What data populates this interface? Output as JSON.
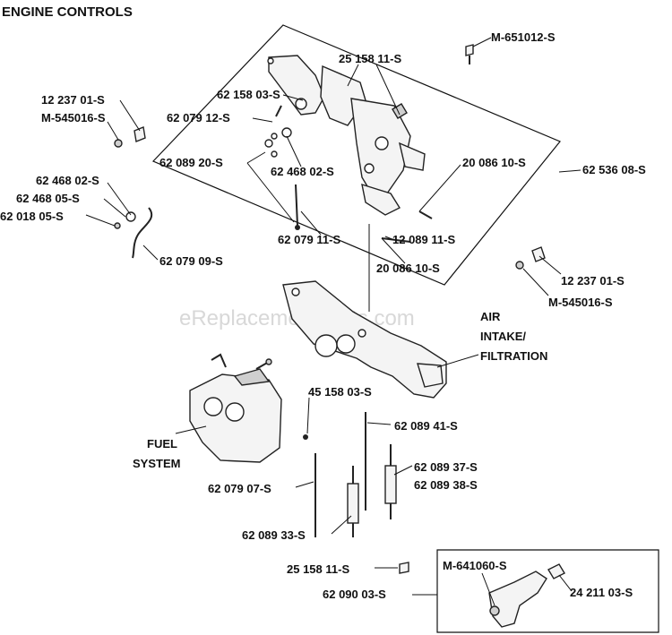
{
  "title": "ENGINE CONTROLS",
  "watermark": "eReplacementParts.com",
  "labels": {
    "m651012": "M-651012-S",
    "p2515811_top": "25 158 11-S",
    "p1223701_left": "12 237 01-S",
    "m545016_left": "M-545016-S",
    "p6215803": "62 158 03-S",
    "p6207912": "62 079 12-S",
    "p6208920": "62 089 20-S",
    "p6246802_inner": "62 468 02-S",
    "p2008610_right": "20 086 10-S",
    "p6253608": "62 536 08-S",
    "p6246802_outer": "62 468 02-S",
    "p6246805": "62 468 05-S",
    "p6201805": "62 018 05-S",
    "p6207911": "62 079 11-S",
    "p1208911": "12 089 11-S",
    "p6207909": "62 079 09-S",
    "p2008610_bottom": "20 086 10-S",
    "p1223701_right": "12 237 01-S",
    "m545016_right": "M-545016-S",
    "air_1": "AIR",
    "air_2": "INTAKE/",
    "air_3": "FILTRATION",
    "p4515803": "45 158 03-S",
    "p6208941": "62 089 41-S",
    "fuel_1": "FUEL",
    "fuel_2": "SYSTEM",
    "p6208937": "62 089 37-S",
    "p6208938": "62 089 38-S",
    "p6207907": "62 079 07-S",
    "p6208933": "62 089 33-S",
    "p2515811_bottom": "25 158 11-S",
    "m641060": "M-641060-S",
    "p6209003": "62 090 03-S",
    "p2421103": "24 211 03-S"
  }
}
